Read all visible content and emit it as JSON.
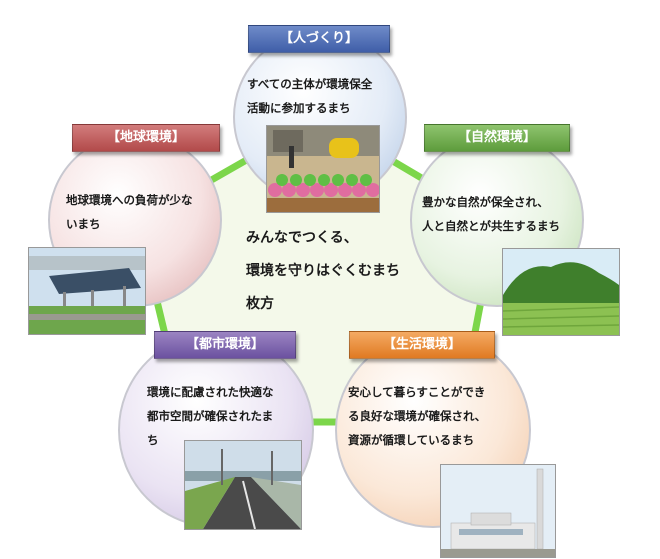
{
  "center": {
    "lines": [
      "みんなでつくる、",
      "環境を守りはぐくむまち",
      "枚方"
    ]
  },
  "nodes": {
    "people": {
      "label": "【人づくり】",
      "lines": [
        "すべての主体が環境保全",
        "活動に参加するまち"
      ],
      "color": "#3f5ea8"
    },
    "global": {
      "label": "【地球環境】",
      "lines": [
        "地球環境への負荷が少な",
        "いまち"
      ],
      "color": "#b24a4a"
    },
    "nature": {
      "label": "【自然環境】",
      "lines": [
        "豊かな自然が保全され、",
        "人と自然とが共生するまち"
      ],
      "color": "#5d9c3c"
    },
    "urban": {
      "label": "【都市環境】",
      "lines": [
        "環境に配慮された快適な",
        "都市空間が確保されたま",
        "ち"
      ],
      "color": "#6b51a0"
    },
    "life": {
      "label": "【生活環境】",
      "lines": [
        "安心して暮らすことができ",
        "る良好な環境が確保され、",
        "資源が循環しているまち"
      ],
      "color": "#e07a22"
    }
  },
  "ring_color": "#7cd64a"
}
